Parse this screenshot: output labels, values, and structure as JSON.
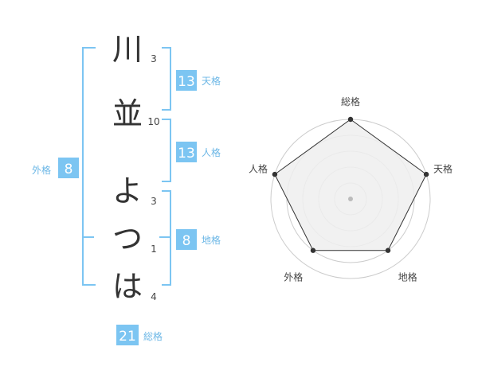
{
  "name_chars": [
    {
      "char": "川",
      "strokes": "3"
    },
    {
      "char": "並",
      "strokes": "10"
    },
    {
      "char": "よ",
      "strokes": "3"
    },
    {
      "char": "つ",
      "strokes": "1"
    },
    {
      "char": "は",
      "strokes": "4"
    }
  ],
  "kakusu": {
    "tenkaku": {
      "value": "13",
      "label": "天格"
    },
    "jinkaku": {
      "value": "13",
      "label": "人格"
    },
    "chikaku": {
      "value": "8",
      "label": "地格"
    },
    "gaikaku": {
      "value": "8",
      "label": "外格"
    },
    "soukaku": {
      "value": "21",
      "label": "総格"
    }
  },
  "colors": {
    "bracket": "#7cc5f2",
    "badge": "#7cc5f2",
    "label": "#6cb7e6",
    "radar_fill": "#eeeeee",
    "radar_stroke": "#333333",
    "grid": "#cccccc"
  },
  "chart_data": {
    "type": "radar",
    "axes": [
      "総格",
      "天格",
      "地格",
      "外格",
      "人格"
    ],
    "values": [
      5,
      5,
      4,
      4,
      5
    ],
    "range": [
      0,
      5
    ],
    "grid_rings": 5
  }
}
